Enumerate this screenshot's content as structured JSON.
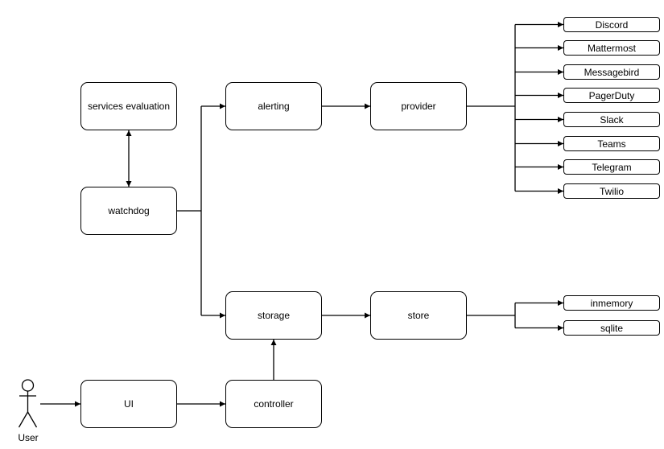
{
  "diagram": {
    "type": "flowchart",
    "background": "#ffffff",
    "stroke_color": "#000000",
    "node_fill_color": "#ffffff",
    "text_color": "#000000",
    "nodes": {
      "services_evaluation": "services evaluation",
      "watchdog": "watchdog",
      "alerting": "alerting",
      "provider": "provider",
      "storage": "storage",
      "store": "store",
      "ui": "UI",
      "controller": "controller"
    },
    "providers": [
      "Discord",
      "Mattermost",
      "Messagebird",
      "PagerDuty",
      "Slack",
      "Teams",
      "Telegram",
      "Twilio"
    ],
    "stores": [
      "inmemory",
      "sqlite"
    ],
    "actor": {
      "label": "User"
    },
    "edges": [
      {
        "from": "User",
        "to": "UI",
        "style": "arrow"
      },
      {
        "from": "UI",
        "to": "controller",
        "style": "arrow"
      },
      {
        "from": "controller",
        "to": "storage",
        "style": "arrow"
      },
      {
        "from": "watchdog",
        "to": "services evaluation",
        "style": "double-arrow"
      },
      {
        "from": "watchdog",
        "to": "alerting",
        "style": "arrow"
      },
      {
        "from": "watchdog",
        "to": "storage",
        "style": "arrow"
      },
      {
        "from": "alerting",
        "to": "provider",
        "style": "arrow"
      },
      {
        "from": "provider",
        "to": "Discord",
        "style": "arrow"
      },
      {
        "from": "provider",
        "to": "Mattermost",
        "style": "arrow"
      },
      {
        "from": "provider",
        "to": "Messagebird",
        "style": "arrow"
      },
      {
        "from": "provider",
        "to": "PagerDuty",
        "style": "arrow"
      },
      {
        "from": "provider",
        "to": "Slack",
        "style": "arrow"
      },
      {
        "from": "provider",
        "to": "Teams",
        "style": "arrow"
      },
      {
        "from": "provider",
        "to": "Telegram",
        "style": "arrow"
      },
      {
        "from": "provider",
        "to": "Twilio",
        "style": "arrow"
      },
      {
        "from": "storage",
        "to": "store",
        "style": "arrow"
      },
      {
        "from": "store",
        "to": "inmemory",
        "style": "arrow"
      },
      {
        "from": "store",
        "to": "sqlite",
        "style": "arrow"
      }
    ]
  }
}
